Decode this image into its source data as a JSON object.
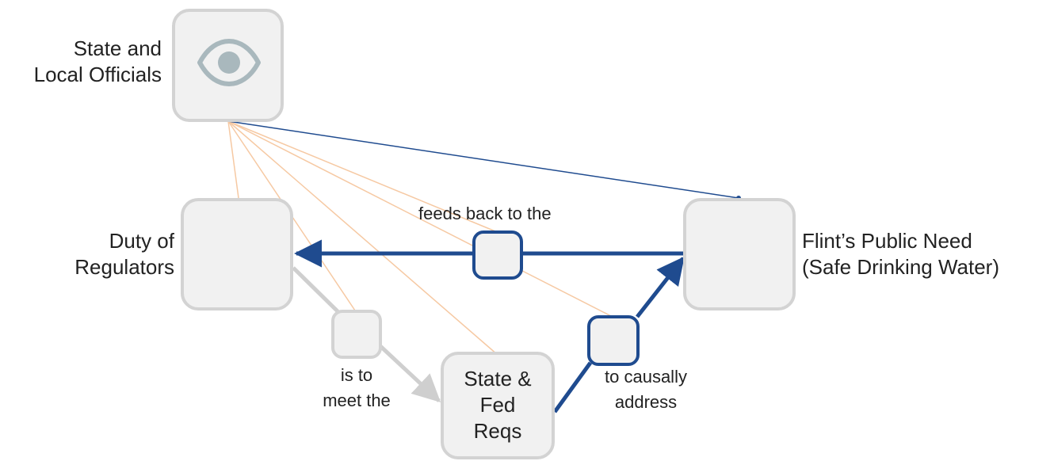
{
  "nodes": {
    "state_local_officials": "State and\nLocal Officials",
    "duty_of_regulators": "Duty of\nRegulators",
    "flint_public_need": "Flint’s Public Need\n(Safe Drinking Water)",
    "state_fed_reqs": "State &\nFed\nReqs"
  },
  "link_labels": {
    "feeds_back_to_the": "feeds back to the",
    "is_to_meet_the": "is to\nmeet the",
    "to_causally_address": "to causally\naddress"
  },
  "icons": {
    "officials_node": "eye-icon"
  },
  "colors": {
    "node_fill": "#f1f1f1",
    "node_border": "#d3d3d3",
    "blue_link": "#1f4b8f",
    "gray_link": "#cfcfcf",
    "orange_link": "#f6c9a3",
    "eye_color": "#a9b8bd"
  }
}
